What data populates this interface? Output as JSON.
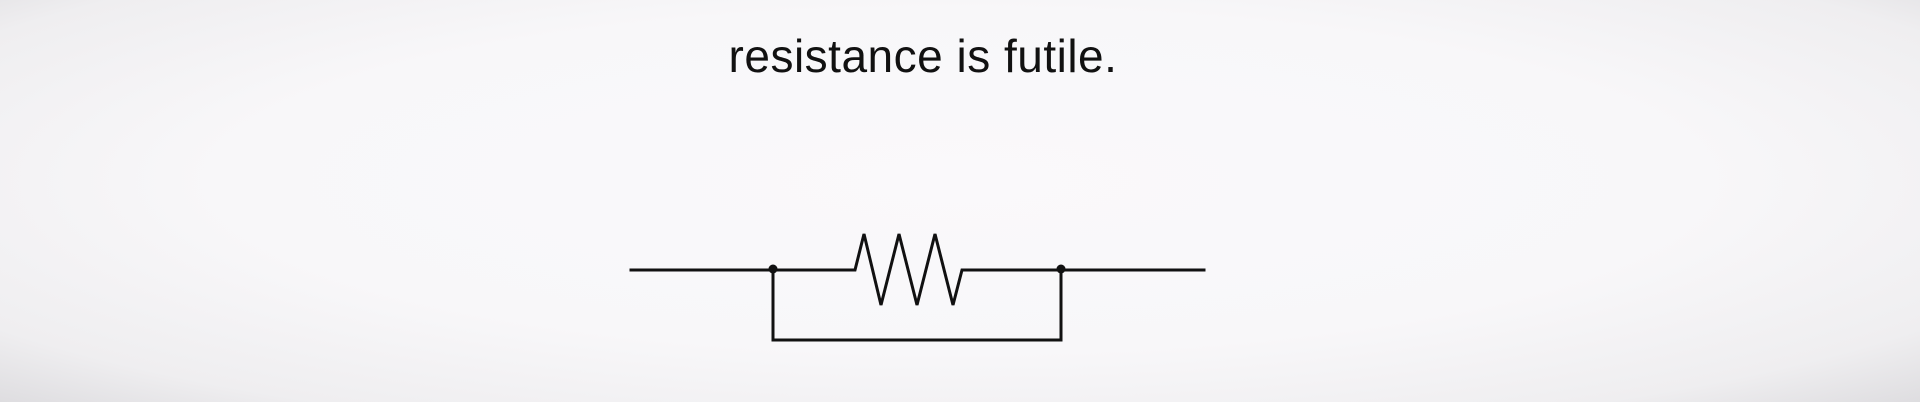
{
  "caption": "resistance is futile.",
  "colors": {
    "background": "#f8f7f9",
    "ink": "#111111"
  },
  "diagram": {
    "type": "circuit-schematic",
    "components": [
      {
        "kind": "resistor",
        "symbol": "zigzag"
      },
      {
        "kind": "short-circuit-wire",
        "parallel_to": "resistor"
      },
      {
        "kind": "junction-node",
        "side": "left"
      },
      {
        "kind": "junction-node",
        "side": "right"
      }
    ]
  }
}
